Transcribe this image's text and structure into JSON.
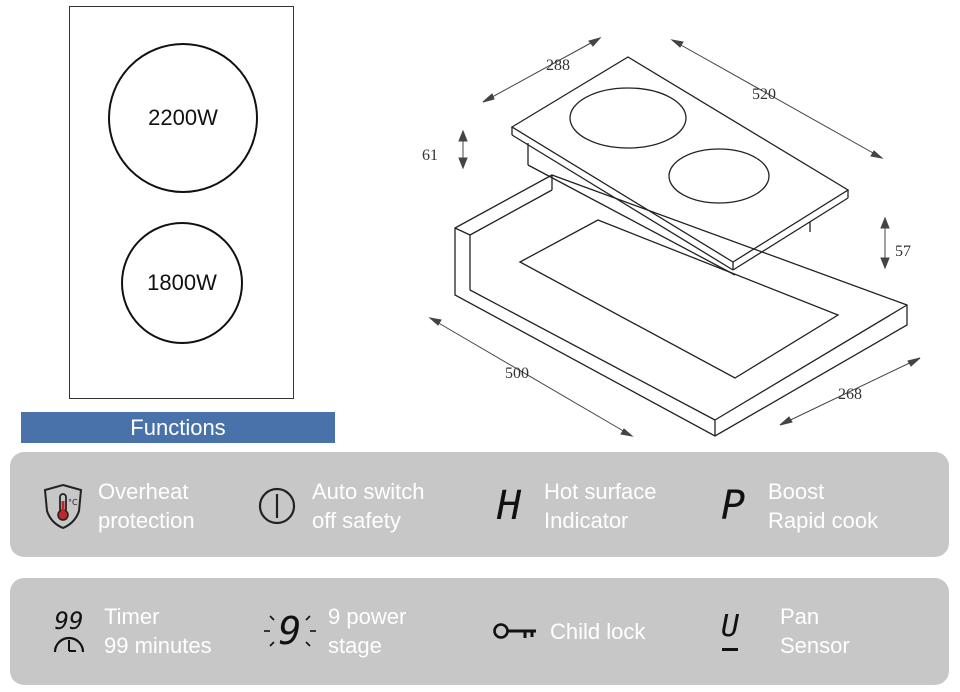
{
  "top_view": {
    "zones": [
      {
        "label": "2200W"
      },
      {
        "label": "1800W"
      }
    ]
  },
  "functions_label": "Functions",
  "dimensions": {
    "depth_top": "288",
    "width_top": "520",
    "height_glass": "61",
    "height_body": "57",
    "width_cutout": "500",
    "depth_cutout": "268"
  },
  "features": [
    {
      "icon": "overheat-thermometer-shield-icon",
      "line1": "Overheat",
      "line2": "protection"
    },
    {
      "icon": "power-switch-icon",
      "line1": "Auto switch",
      "line2": "off safety"
    },
    {
      "icon": "hot-surface-h-icon",
      "line1": "Hot surface",
      "line2": "Indicator"
    },
    {
      "icon": "boost-p-icon",
      "line1": "Boost",
      "line2": "Rapid cook"
    },
    {
      "icon": "timer-99-icon",
      "line1": "Timer",
      "line2": "99 minutes"
    },
    {
      "icon": "power-stage-9-icon",
      "line1": "9 power",
      "line2": "stage"
    },
    {
      "icon": "child-lock-key-icon",
      "line1": "Child lock",
      "line2": ""
    },
    {
      "icon": "pan-sensor-u-icon",
      "line1": "Pan",
      "line2": "Sensor"
    }
  ],
  "icon_glyphs": {
    "hot_surface": "H",
    "boost": "P",
    "timer": "99",
    "stage": "9",
    "pan_sensor": "U"
  },
  "colors": {
    "functions_bar": "#4a72aa",
    "panel_bg": "#c7c7c7",
    "feature_text": "#ffffff",
    "line": "#222222"
  }
}
